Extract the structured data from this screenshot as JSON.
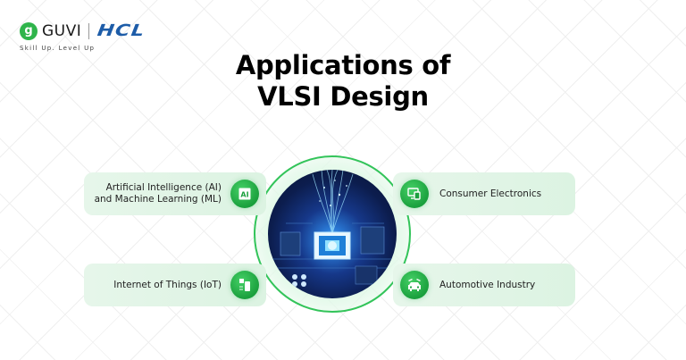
{
  "brand": {
    "logo_mark": "g",
    "name": "GUVI",
    "partner": "HCL",
    "tagline": "Skill Up. Level Up"
  },
  "title": {
    "line1": "Applications of",
    "line2": "VLSI Design"
  },
  "center_image": {
    "description": "circuit-board-chip-illustration",
    "ring_color": "#33c45a"
  },
  "applications": [
    {
      "label_line1": "Artificial Intelligence (AI)",
      "label_line2": "and Machine Learning (ML)",
      "icon": "ai-chip-icon",
      "icon_text": "AI"
    },
    {
      "label_line1": "Consumer Electronics",
      "icon": "devices-icon"
    },
    {
      "label_line1": "Internet of Things (IoT)",
      "icon": "iot-devices-icon"
    },
    {
      "label_line1": "Automotive Industry",
      "icon": "car-icon"
    }
  ],
  "colors": {
    "accent_green": "#1fae45",
    "card_bg": "#e3f5e7",
    "hcl_blue": "#1d5ca8",
    "title": "#000000"
  }
}
